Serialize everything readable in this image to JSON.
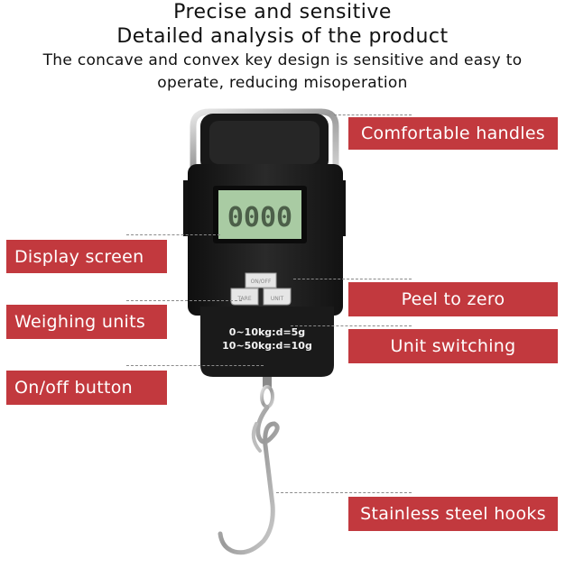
{
  "header": {
    "line1": "Precise and sensitive",
    "line2": "Detailed analysis of the product",
    "line3": "The concave and convex key design is sensitive and easy to",
    "line4": "operate, reducing misoperation"
  },
  "callouts": {
    "comfortable_handles": "Comfortable handles",
    "display_screen": "Display screen",
    "peel_to_zero": "Peel to zero",
    "weighing_units": "Weighing units",
    "unit_switching": "Unit switching",
    "on_off_button": "On/off button",
    "stainless_steel_hooks": "Stainless steel hooks"
  },
  "device": {
    "lcd_reading": "0000",
    "button_top_label": "ON/OFF",
    "button_left_label": "TARE",
    "button_right_label": "UNIT",
    "range_line1": "0~10kg:d=5g",
    "range_line2": "10~50kg:d=10g"
  },
  "colors": {
    "label_background": "#c2393e",
    "label_text": "#ffffff",
    "scale_body": "#1c1c1c",
    "lcd_green": "#9fc59a",
    "hook_metal": "#b5b5b5"
  }
}
